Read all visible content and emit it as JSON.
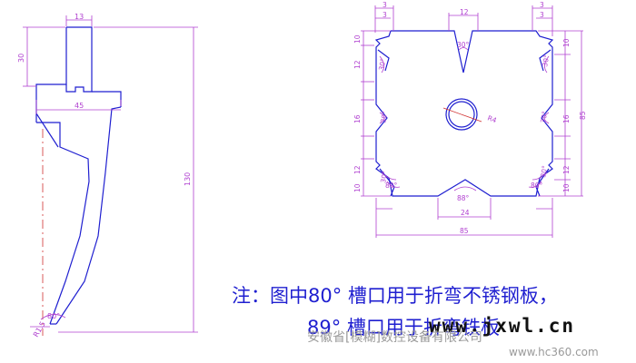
{
  "drawing": {
    "colors": {
      "outline": "#1f1fd0",
      "dimension": "#b040d0",
      "centerline": "#d03030",
      "note": "#1f1fd0",
      "background": "#ffffff"
    },
    "punch_dims": {
      "tip_width": "13",
      "shank_height": "30",
      "shoulder_width": "45",
      "total_height": "130",
      "tip_angle": "80°",
      "tip_radius": "R1.5"
    },
    "die_dims": {
      "top_notch_width": "12",
      "top_notch_angle": "30°",
      "corner_offsets": [
        "3",
        "3",
        "3",
        "3"
      ],
      "left_segments": [
        "12",
        "16",
        "12",
        "10"
      ],
      "left_top": "10",
      "right_segments": [
        "10",
        "16",
        "12",
        "10"
      ],
      "side_angles": [
        "30°",
        "30°",
        "30°",
        "30°"
      ],
      "corner_angles": [
        "30°",
        "80°",
        "80°",
        "30°"
      ],
      "bottom_notch_width": "24",
      "bottom_notch_angle": "88°",
      "overall_width": "85",
      "overall_height": "85",
      "center_radius": "R4"
    }
  },
  "note": {
    "line1": "注：图中80°  槽口用于折弯不锈钢板，",
    "line2": "89°  槽口用于折弯铁板"
  },
  "watermark": {
    "site": "www.jxwl.cn",
    "company": "安徽省[模糊]数控设备有限公司",
    "url": "www.hc360.com"
  }
}
